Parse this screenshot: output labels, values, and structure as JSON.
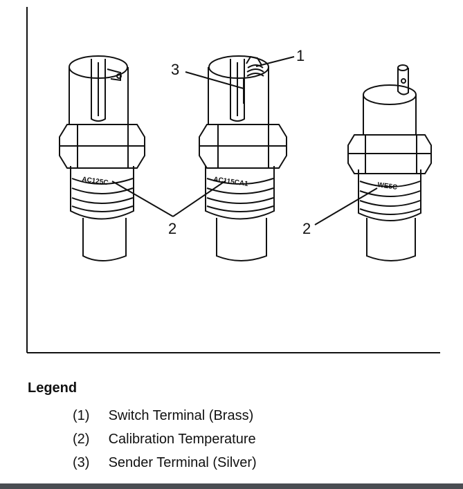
{
  "figure": {
    "callouts": [
      "1",
      "2",
      "3",
      "2",
      "2"
    ],
    "stampings": [
      "AC125C",
      "AC115CA1",
      "WE5C"
    ]
  },
  "legend": {
    "title": "Legend",
    "items": [
      {
        "num": "(1)",
        "text": "Switch Terminal (Brass)"
      },
      {
        "num": "(2)",
        "text": "Calibration Temperature"
      },
      {
        "num": "(3)",
        "text": "Sender Terminal (Silver)"
      }
    ]
  },
  "colors": {
    "ink": "#111111",
    "bar": "#4a4d52"
  }
}
